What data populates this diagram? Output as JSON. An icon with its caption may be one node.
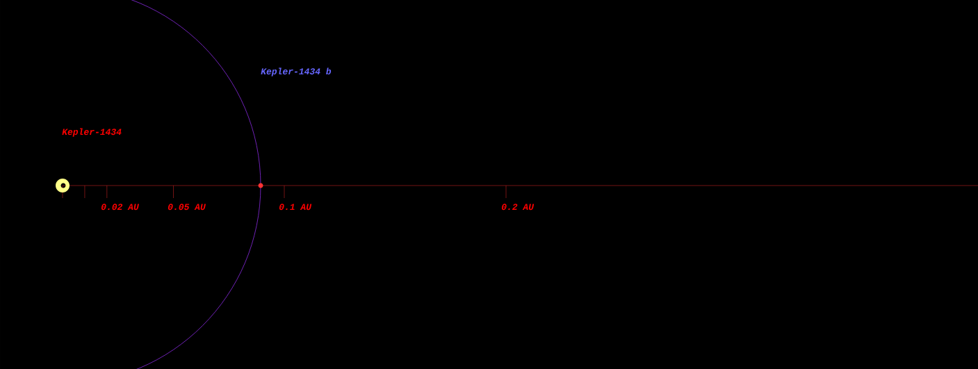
{
  "diagram": {
    "labels": [
      "Kepler-1434",
      "Kepler-1434 b",
      "0.02 AU",
      "0.05 AU",
      "0.1 AU",
      "0.2 AU"
    ]
  }
}
